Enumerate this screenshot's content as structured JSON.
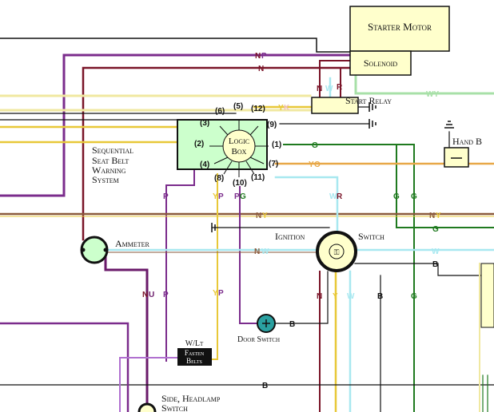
{
  "components": {
    "starter_motor": "Starter Motor",
    "solenoid": "Solenoid",
    "start_relay": "Start Relay",
    "hand_brake": "Hand B",
    "seat_belt_label": [
      "Sequential",
      "Seat Belt",
      "Warning",
      "System"
    ],
    "logic_box": [
      "Logic",
      "Box"
    ],
    "ammeter": "Ammeter",
    "ignition": "Ignition",
    "switch": "Switch",
    "door_switch": "Door Switch",
    "wlt": "W/Lt",
    "fasten_belts": [
      "Fasten",
      "Belts"
    ],
    "side_headlamp_switch": [
      "Side, Headlamp",
      "Switch"
    ]
  },
  "logic_pins": [
    "(6)",
    "(5)",
    "(12)",
    "(3)",
    "(9)",
    "(2)",
    "(1)",
    "(4)",
    "(7)",
    "(8)",
    "(10)",
    "(11)"
  ],
  "wire_labels": {
    "np": [
      "N",
      "P"
    ],
    "n_top": "N",
    "relay_n": "N",
    "relay_w": "W",
    "relay_r": "R",
    "wy": "WY",
    "yk": [
      "Y",
      "K"
    ],
    "g_pin1": "G",
    "yo": [
      "Y",
      "O"
    ],
    "p_pin4": "P",
    "yp_pin8": [
      "Y",
      "P"
    ],
    "pg_pin10": [
      "P",
      "G"
    ],
    "wr_pin11": [
      "W",
      "R"
    ],
    "g_a": "G",
    "g_b": "G",
    "ny_left": [
      "N",
      "Y"
    ],
    "ny_right": [
      "N",
      "Y"
    ],
    "g_mid": "G",
    "nw": [
      "N",
      "W"
    ],
    "w_right": "W",
    "b_right": "B",
    "nu": [
      "N",
      "U"
    ],
    "p_low": "P",
    "yp_low": [
      "Y",
      "P"
    ],
    "n_ign": "N",
    "y_ign": "Y",
    "w_ign": "W",
    "b_ign": "B",
    "g_low": "G",
    "b_door": "B",
    "b_bottom": "B"
  },
  "colors": {
    "purple": "#7b2c8c",
    "maroon": "#7a1428",
    "brown": "#8b5a3c",
    "yellow": "#e8c838",
    "yellow_orange": "#e8a848",
    "green": "#1f7a1f",
    "light_green": "#a8e0a8",
    "light_cyan": "#a8e8f0",
    "pale_yellow": "#f0e8a0",
    "black": "#111111",
    "component_fill": "#ffffcc",
    "logic_fill": "#ccffcc",
    "door_fill": "#2aa0a0"
  }
}
